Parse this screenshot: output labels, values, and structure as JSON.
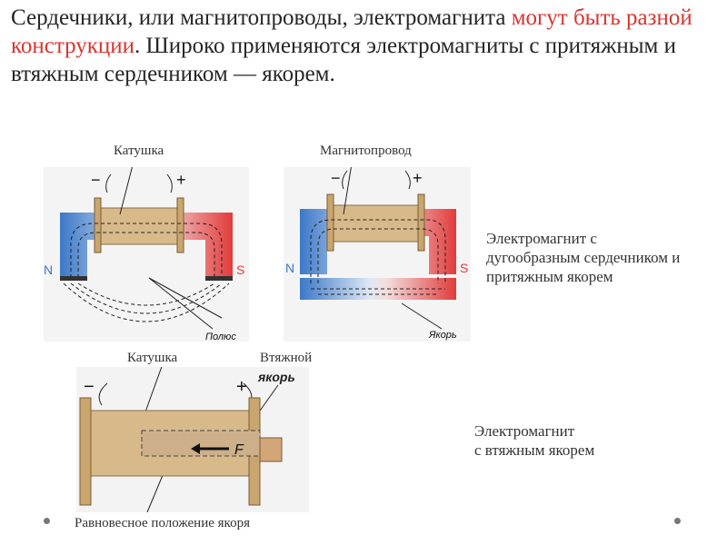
{
  "heading": {
    "part1": "Сердечники, или магнитопроводы, электромагнита ",
    "highlight": "могут быть разной конструкции",
    "part2": ". Широко применяются электромагниты с притяжным и втяжным сердечником — якорем."
  },
  "labels": {
    "coil_top": "Катушка",
    "magnetic_core": "Магнитопровод",
    "coil_bottom": "Катушка",
    "plunger_line1": "Втяжной",
    "plunger_line2": "якорь",
    "equilibrium": "Равновесное положение якоря"
  },
  "captions": {
    "arc_line1": "Электромагнит с",
    "arc_line2": "дугообразным сердечником и",
    "arc_line3": "притяжным якорем",
    "plunger_line1": "Электромагнит",
    "plunger_line2": "с втяжным якорем"
  },
  "figure_text": {
    "pole_n": "N",
    "pole_s": "S",
    "minus": "−",
    "plus": "+",
    "pole_label": "Полюс",
    "armature_label": "Якорь",
    "force": "F"
  },
  "colors": {
    "highlight": "#d9342f",
    "north_blue": "#3b78c8",
    "south_red": "#e23b3b",
    "coil_wood": "#d8b98a"
  }
}
